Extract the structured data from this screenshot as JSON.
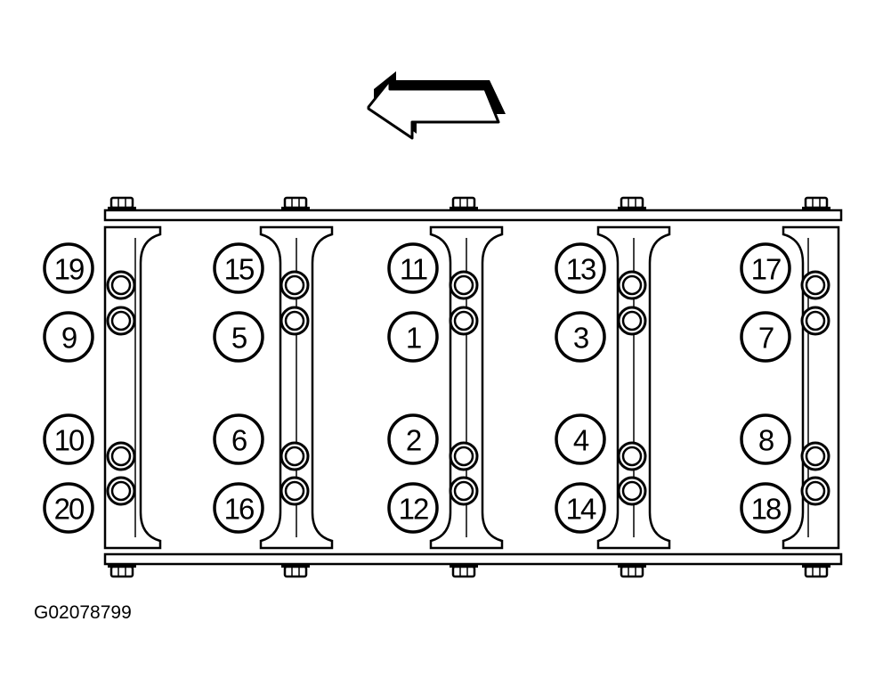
{
  "figure_id": "G02078799",
  "colors": {
    "ink": "#000000",
    "paper": "#ffffff"
  },
  "icons": {
    "direction": "arrow-left-icon",
    "bolt": "bolt-icon",
    "bolt_head": "bolt-head-icon"
  },
  "columns": [
    {
      "top_upper": "19",
      "top_lower": "9",
      "bottom_upper": "10",
      "bottom_lower": "20"
    },
    {
      "top_upper": "15",
      "top_lower": "5",
      "bottom_upper": "6",
      "bottom_lower": "16"
    },
    {
      "top_upper": "11",
      "top_lower": "1",
      "bottom_upper": "2",
      "bottom_lower": "12"
    },
    {
      "top_upper": "13",
      "top_lower": "3",
      "bottom_upper": "4",
      "bottom_lower": "14"
    },
    {
      "top_upper": "17",
      "top_lower": "7",
      "bottom_upper": "8",
      "bottom_lower": "18"
    }
  ]
}
